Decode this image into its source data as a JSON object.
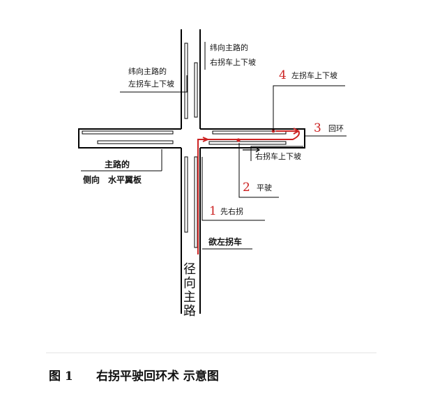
{
  "labels": {
    "weft_main_left_l1": "纬向主路的",
    "weft_main_left_l2": "左拐车上下坡",
    "weft_main_right_l1": "纬向主路的",
    "weft_main_right_l2": "右拐车上下坡",
    "side_wing_l1": "主路的",
    "side_wing_l2": "侧向　水平翼板",
    "right_turn_ramp": "右拐车上下坡",
    "radial_main": "径向主路"
  },
  "steps": [
    {
      "num": "1",
      "text": "先右拐"
    },
    {
      "num": "2",
      "text": "平驶"
    },
    {
      "num": "3",
      "text": "回环"
    },
    {
      "num": "4",
      "text": "左拐车上下坡"
    }
  ],
  "want_left_turn": "欲左拐车",
  "caption": {
    "fig": "图 1",
    "title": "右拐平驶回环术  示意图"
  },
  "colors": {
    "road": "#000000",
    "path": "#cc2222",
    "number": "#cc2222"
  }
}
